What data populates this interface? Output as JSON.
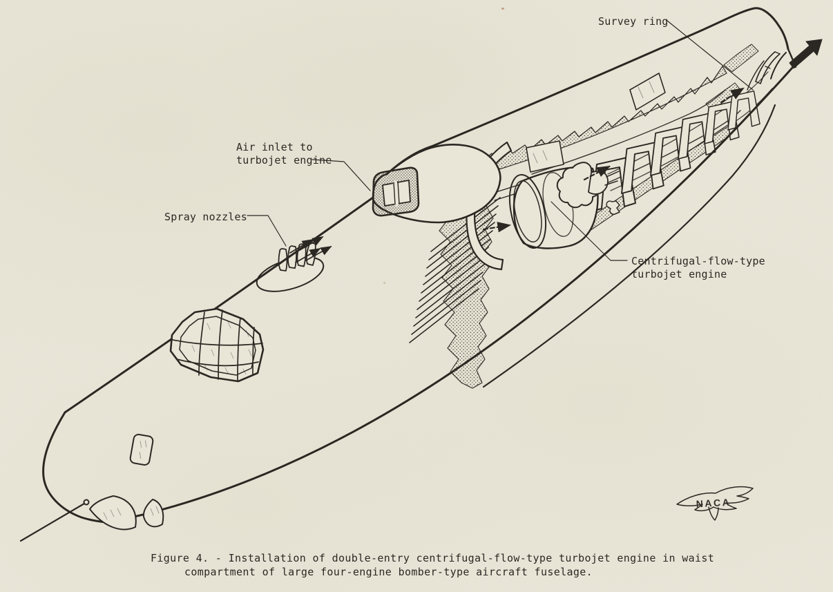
{
  "figure": {
    "labels": {
      "survey_ring": "Survey ring",
      "air_inlet": {
        "line1": "Air inlet to",
        "line2": "turbojet engine"
      },
      "spray_nozzles": "Spray nozzles",
      "engine": {
        "line1": "Centrifugal-flow-type",
        "line2": "turbojet engine"
      }
    },
    "caption": {
      "line1": "Figure 4. - Installation of double-entry centrifugal-flow-type turbojet engine in waist",
      "line2": "compartment of large four-engine bomber-type aircraft fuselage."
    },
    "logo_text": "NACA"
  },
  "colors": {
    "paper": "#e9e6d8",
    "ink": "#2b2823"
  }
}
